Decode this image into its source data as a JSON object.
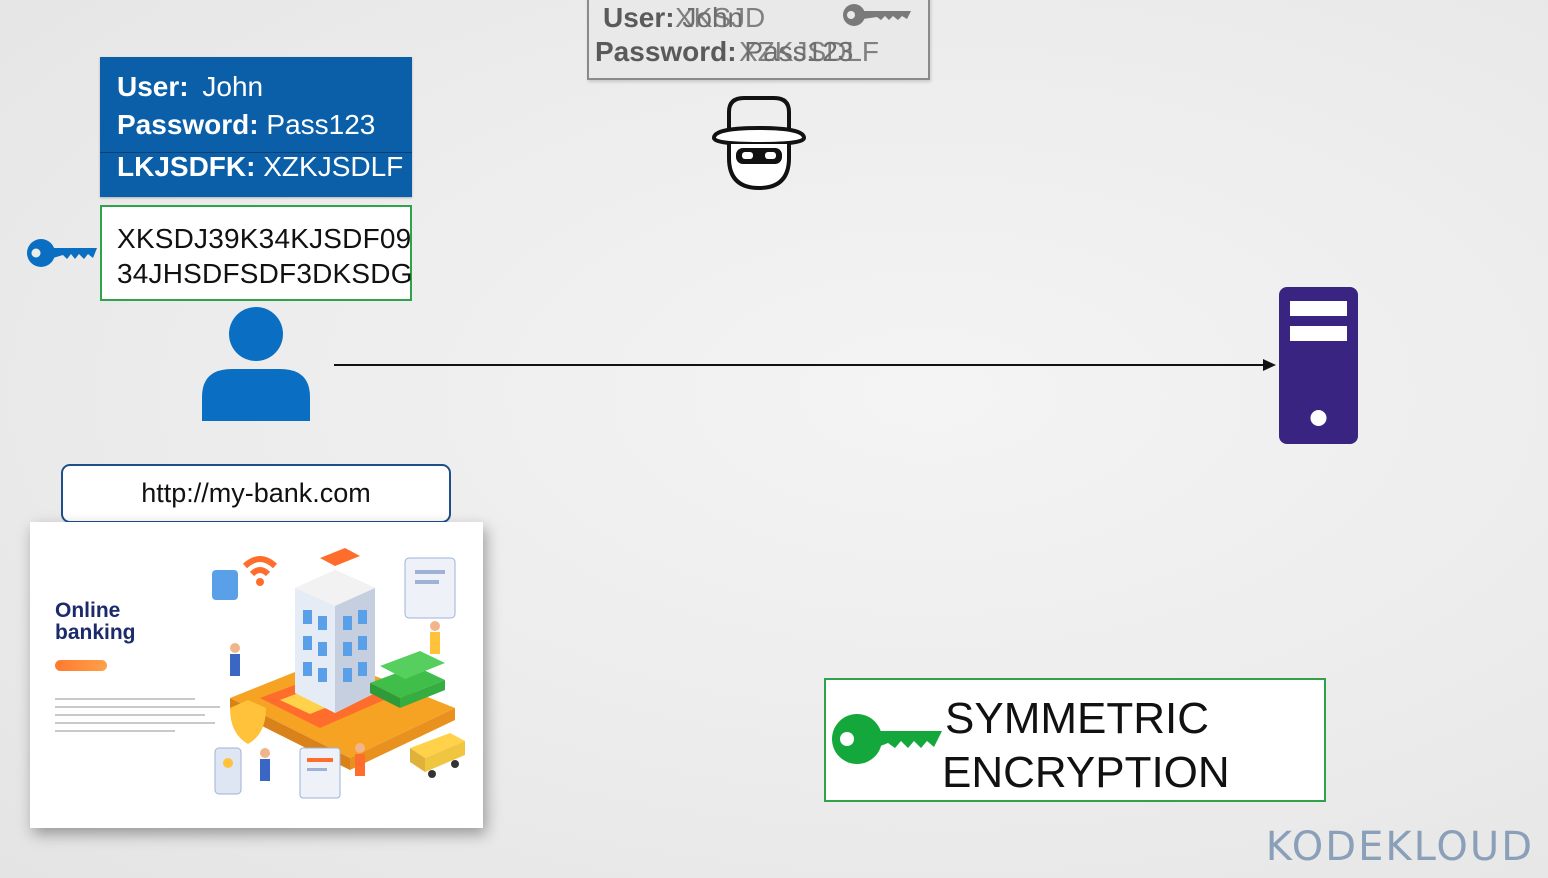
{
  "intercepted": {
    "line1_label": "User:",
    "line1_value": "John",
    "line1_cipher": "XKSJD",
    "line2_label": "Password:",
    "line2_value": "Pass123",
    "line2_cipher": "XZKJSDLF"
  },
  "credentials": {
    "user_label": "User:",
    "user_value": "John",
    "password_label": "Password:",
    "password_value": "Pass123",
    "key_label": "LKJSDFK:",
    "key_value": "XZKJSDLF"
  },
  "ciphertext": {
    "line1": "XKSDJ39K34KJSDF09",
    "line2": "34JHSDFSDF3DKSDG"
  },
  "browser": {
    "url": "http://my-bank.com",
    "site_title": "Online\nbanking"
  },
  "symmetric_label": "SYMMETRIC\nENCRYPTION",
  "brand": "KODEKLOUD",
  "colors": {
    "blue_panel": "#0a5fa8",
    "user_icon": "#0a6fc2",
    "server": "#3a2482",
    "green_key": "#14a83c",
    "blue_key": "#0a6fc2",
    "border_green": "#2fa24a"
  },
  "icons": [
    "key-icon",
    "hacker-icon",
    "user-icon",
    "server-icon"
  ]
}
